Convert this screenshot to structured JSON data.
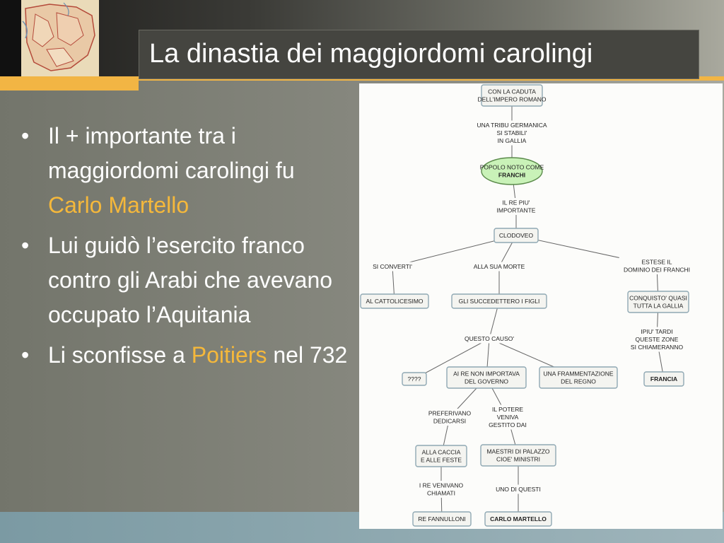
{
  "slide": {
    "title": "La dinastia dei maggiordomi carolingi",
    "colors": {
      "accent": "#f2b544",
      "highlight": "#f5b83b",
      "title_bg": "#454540"
    },
    "bullets": [
      {
        "pre": "Il + importante tra i maggiordomi carolingi fu ",
        "hl": "Carlo Martello",
        "post": ""
      },
      {
        "pre": "Lui guidò l’esercito franco contro gli Arabi che avevano occupato l’Aquitania",
        "hl": "",
        "post": ""
      },
      {
        "pre": "Li sconfisse a ",
        "hl": "Poitiers",
        "post": " nel 732"
      }
    ]
  },
  "concept_map": {
    "nodes": [
      {
        "id": "n1",
        "lines": [
          "CON LA CADUTA",
          "DELL'IMPERO ROMANO"
        ]
      },
      {
        "id": "n2",
        "lines": [
          "UNA TRIBU GERMANICA",
          "SI STABILI'",
          "IN GALLIA"
        ]
      },
      {
        "id": "n3",
        "lines": [
          "POPOLO NOTO COME",
          "FRANCHI"
        ]
      },
      {
        "id": "n4",
        "lines": [
          "IL RE PIU'",
          "IMPORTANTE"
        ]
      },
      {
        "id": "n5",
        "lines": [
          "CLODOVEO"
        ]
      },
      {
        "id": "n6",
        "lines": [
          "SI CONVERTI'"
        ]
      },
      {
        "id": "n7",
        "lines": [
          "ALLA SUA MORTE"
        ]
      },
      {
        "id": "n8",
        "lines": [
          "ESTESE IL",
          "DOMINIO DEI FRANCHI"
        ]
      },
      {
        "id": "n9",
        "lines": [
          "AL CATTOLICESIMO"
        ]
      },
      {
        "id": "n10",
        "lines": [
          "GLI SUCCEDETTERO I FIGLI"
        ]
      },
      {
        "id": "n11",
        "lines": [
          "CONQUISTO' QUASI",
          "TUTTA LA GALLIA"
        ]
      },
      {
        "id": "n12",
        "lines": [
          "QUESTO CAUSO'"
        ]
      },
      {
        "id": "n13",
        "lines": [
          "IPIU' TARDI",
          "QUESTE ZONE",
          "SI CHIAMERANNO"
        ]
      },
      {
        "id": "n14",
        "lines": [
          "????"
        ]
      },
      {
        "id": "n15",
        "lines": [
          "AI RE NON IMPORTAVA",
          "DEL GOVERNO"
        ]
      },
      {
        "id": "n16",
        "lines": [
          "UNA FRAMMENTAZIONE",
          "DEL REGNO"
        ]
      },
      {
        "id": "n17",
        "lines": [
          "FRANCIA"
        ]
      },
      {
        "id": "n18",
        "lines": [
          "PREFERIVANO",
          "DEDICARSI"
        ]
      },
      {
        "id": "n19",
        "lines": [
          "IL POTERE",
          "VENIVA",
          "GESTITO DAI"
        ]
      },
      {
        "id": "n20",
        "lines": [
          "ALLA CACCIA",
          "E ALLE FESTE"
        ]
      },
      {
        "id": "n21",
        "lines": [
          "MAESTRI DI PALAZZO",
          "CIOE' MINISTRI"
        ]
      },
      {
        "id": "n22",
        "lines": [
          "I RE VENIVANO",
          "CHIAMATI"
        ]
      },
      {
        "id": "n23",
        "lines": [
          "UNO DI QUESTI"
        ]
      },
      {
        "id": "n24",
        "lines": [
          "RE FANNULLONI"
        ]
      },
      {
        "id": "n25",
        "lines": [
          "CARLO MARTELLO"
        ]
      }
    ]
  }
}
